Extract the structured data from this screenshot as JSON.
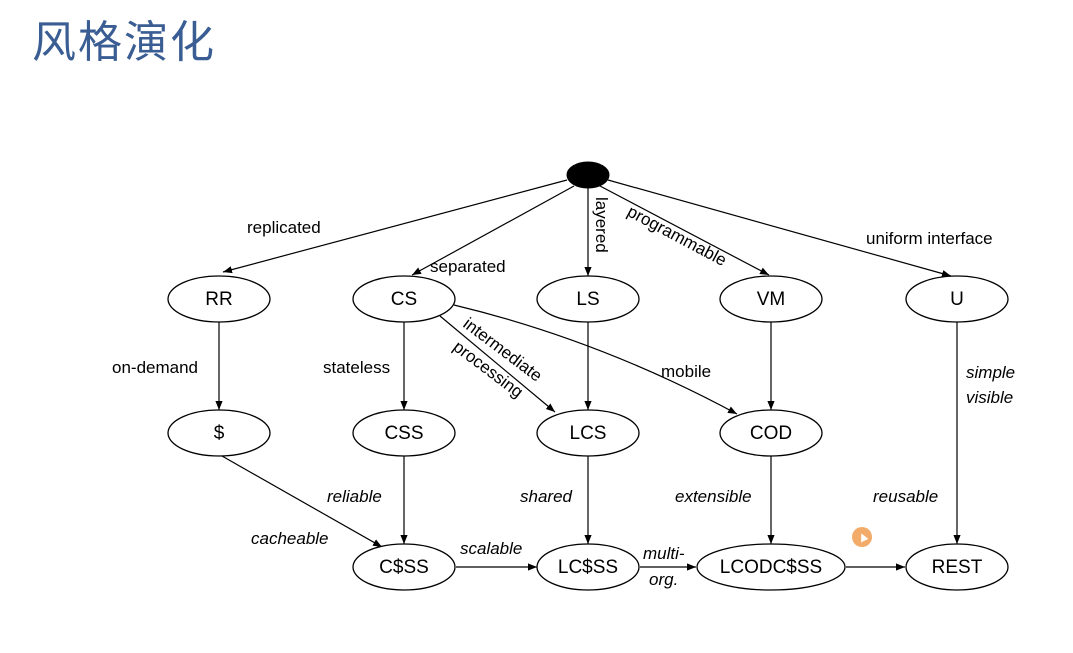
{
  "slide": {
    "title": "风格演化"
  },
  "nodes": {
    "RR": "RR",
    "CS": "CS",
    "LS": "LS",
    "VM": "VM",
    "U": "U",
    "cache": "$",
    "CSS": "CSS",
    "LCS": "LCS",
    "COD": "COD",
    "CSSS": "C$SS",
    "LCSSS": "LC$SS",
    "LCODCSSS": "LCODC$SS",
    "REST": "REST"
  },
  "edge_labels": {
    "replicated": "replicated",
    "separated": "separated",
    "layered": "layered",
    "programmable": "programmable",
    "uniform_interface": "uniform interface",
    "on_demand": "on-demand",
    "stateless": "stateless",
    "intermediate": "intermediate",
    "processing": "processing",
    "mobile": "mobile",
    "simple": "simple",
    "visible": "visible",
    "reliable": "reliable",
    "shared": "shared",
    "extensible": "extensible",
    "reusable": "reusable",
    "cacheable": "cacheable",
    "scalable": "scalable",
    "multi": "multi-",
    "org": "org."
  }
}
